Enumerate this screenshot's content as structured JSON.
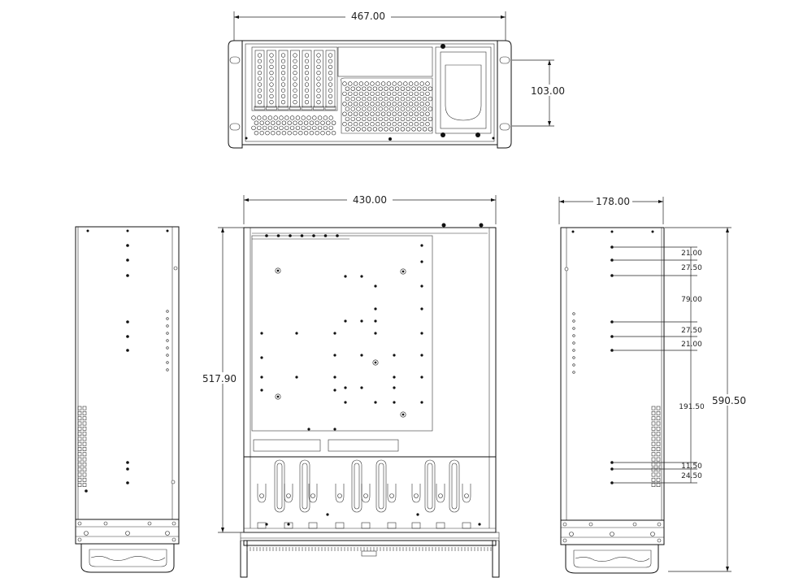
{
  "dimensions": {
    "front_width": "467.00",
    "front_height": "103.00",
    "top_width": "430.00",
    "top_depth": "517.90",
    "side_width": "178.00",
    "side_depth": "590.50",
    "side_spacing": [
      "21.00",
      "27.50",
      "79.00",
      "27.50",
      "21.00",
      "191.50",
      "11.50",
      "24.50"
    ]
  },
  "colors": {
    "line": "#111111",
    "background": "#ffffff"
  }
}
